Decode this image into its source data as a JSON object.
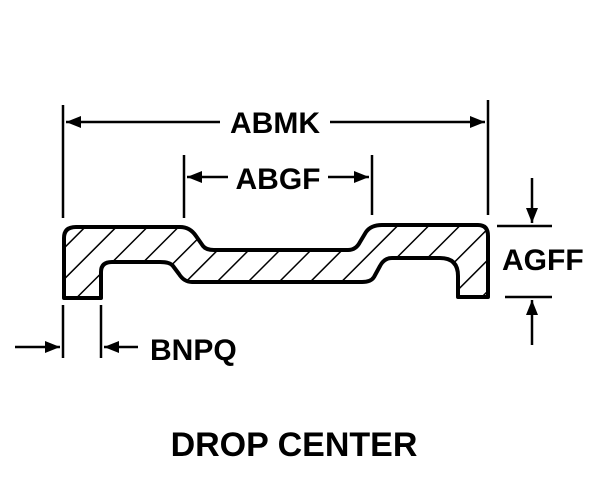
{
  "dimensions": {
    "overall_width": "ABMK",
    "center_width": "ABGF",
    "height": "AGFF",
    "flange_thickness": "BNPQ"
  },
  "caption": "DROP CENTER"
}
